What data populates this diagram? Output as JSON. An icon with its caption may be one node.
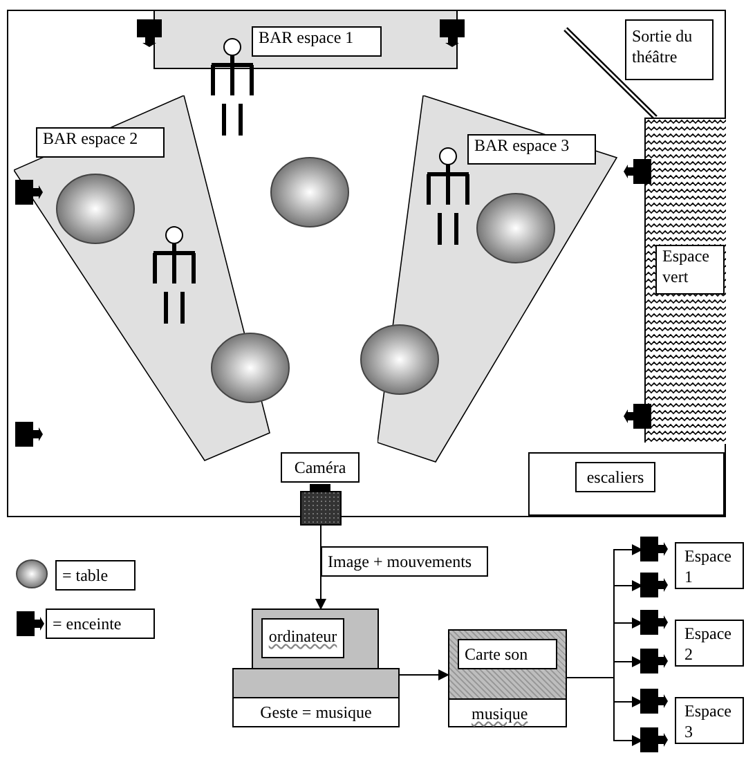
{
  "diagram": {
    "nodes": [
      {
        "text": [
          "BAR espace 1"
        ]
      },
      {
        "text": [
          "BAR espace 2"
        ]
      },
      {
        "text": [
          "BAR espace 3"
        ]
      },
      {
        "text": [
          "Sortie du théâtre"
        ]
      },
      {
        "text": [
          "Espace vert"
        ]
      },
      {
        "text": [
          "escaliers"
        ]
      },
      {
        "text": [
          "Caméra"
        ]
      },
      {
        "text": [],
        "shape": "box"
      },
      {
        "text": [
          "ordinateur",
          "Geste = musique"
        ]
      },
      {
        "text": [
          "Carte son",
          "musique"
        ]
      },
      {
        "text": [],
        "shape": "speaker"
      },
      {
        "text": [],
        "shape": "speaker"
      },
      {
        "text": [],
        "shape": "speaker"
      },
      {
        "text": [],
        "shape": "speaker"
      },
      {
        "text": [],
        "shape": "speaker"
      },
      {
        "text": [],
        "shape": "speaker"
      },
      {
        "text": [
          "Espace 1"
        ]
      },
      {
        "text": [
          "Espace 2"
        ]
      },
      {
        "text": [
          "Espace 3"
        ]
      }
    ],
    "edges": [
      {
        "from": 7,
        "to": 8,
        "arrow": "to",
        "label": "Image + mouvements"
      },
      {
        "from": 8,
        "to": 9,
        "arrow": "to"
      },
      {
        "from": 9,
        "to": 10,
        "arrow": "to"
      },
      {
        "from": 9,
        "to": 11,
        "arrow": "to"
      },
      {
        "from": 9,
        "to": 12,
        "arrow": "to"
      },
      {
        "from": 9,
        "to": 13,
        "arrow": "to"
      },
      {
        "from": 9,
        "to": 14,
        "arrow": "to"
      },
      {
        "from": 9,
        "to": 15,
        "arrow": "to"
      }
    ],
    "legend": [
      {
        "text": "= table"
      },
      {
        "text": "= enceinte"
      }
    ]
  }
}
